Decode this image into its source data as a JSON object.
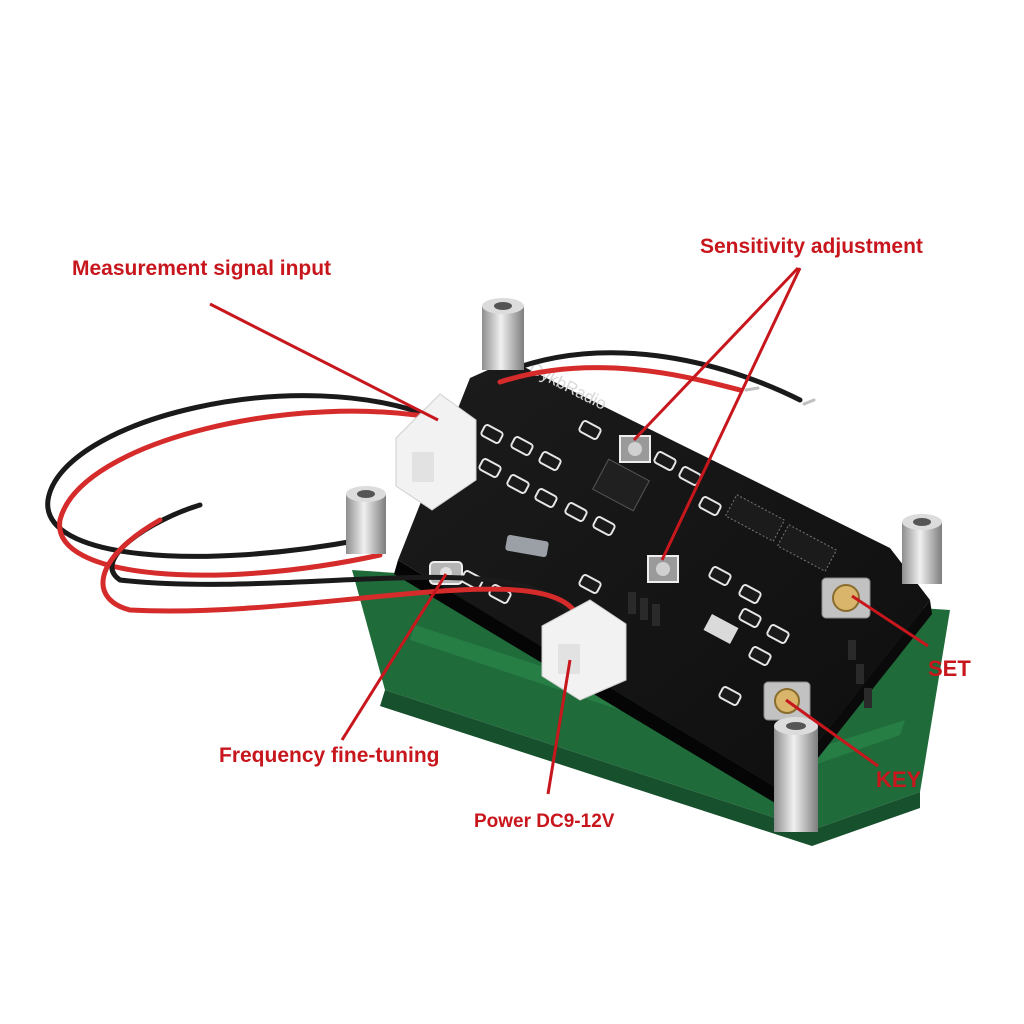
{
  "colors": {
    "label": "#c8161d",
    "pcb_black": "#141414",
    "pcb_green": "#1f6b3a",
    "wire_red": "#d62b2b",
    "wire_black": "#1a1a1a",
    "standoff": "#c9c9c9",
    "connector": "#f2f2f2"
  },
  "labels": {
    "measurement_signal_input": "Measurement signal input",
    "sensitivity_adjustment": "Sensitivity adjustment",
    "set": "SET",
    "key": "KEY",
    "frequency_fine_tuning": "Frequency fine-tuning",
    "power": "Power DC9-12V"
  },
  "board": {
    "silkscreen_brand": "OykbRadio"
  }
}
